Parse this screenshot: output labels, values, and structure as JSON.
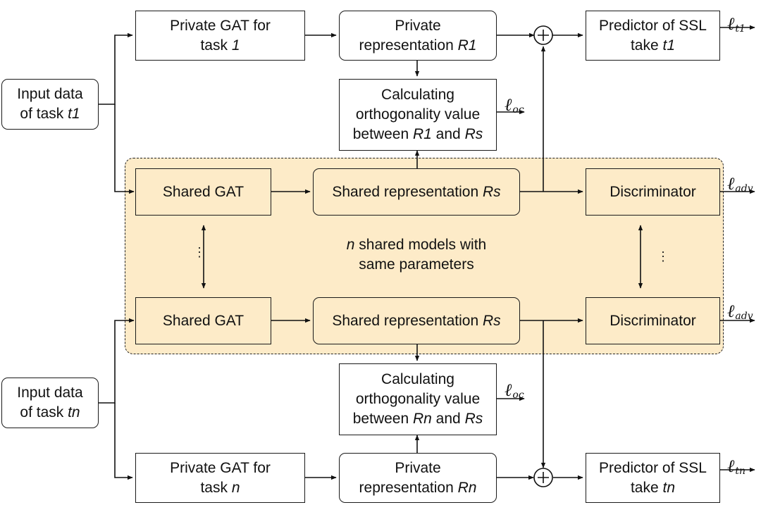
{
  "inputs": {
    "task_t1": {
      "line1": "Input data",
      "line2_prefix": "of task ",
      "line2_var": "t1"
    },
    "task_tn": {
      "line1": "Input data",
      "line2_prefix": "of task ",
      "line2_var": "tn"
    }
  },
  "private_gat": {
    "top": {
      "line1": "Private GAT for",
      "line2_prefix": "task ",
      "line2_var": "1"
    },
    "bottom": {
      "line1": "Private GAT for",
      "line2_prefix": "task ",
      "line2_var": "n"
    }
  },
  "private_rep": {
    "top": {
      "line1": "Private",
      "line2_prefix": "representation ",
      "line2_var": "R1"
    },
    "bottom": {
      "line1": "Private",
      "line2_prefix": "representation ",
      "line2_var": "Rn"
    }
  },
  "orthogonality": {
    "top": {
      "line1": "Calculating",
      "line2": "orthogonality value",
      "line3_prefix": "between ",
      "line3_var1": "R1",
      "line3_mid": " and ",
      "line3_var2": "Rs"
    },
    "bottom": {
      "line1": "Calculating",
      "line2": "orthogonality value",
      "line3_prefix": "between ",
      "line3_var1": "Rn",
      "line3_mid": " and ",
      "line3_var2": "Rs"
    }
  },
  "predictor": {
    "top": {
      "line1": "Predictor of SSL",
      "line2_prefix": "take ",
      "line2_var": "t1"
    },
    "bottom": {
      "line1": "Predictor of SSL",
      "line2_prefix": "take ",
      "line2_var": "tn"
    }
  },
  "shared": {
    "gat_label": "Shared GAT",
    "rep_prefix": "Shared representation ",
    "rep_var": "Rs",
    "discriminator_label": "Discriminator",
    "note_var": "n",
    "note_line1": " shared models with",
    "note_line2": "same parameters"
  },
  "losses": {
    "symbol": "ℓ",
    "t1": "t1",
    "oc": "oc",
    "adv": "adv",
    "tn": "tn"
  },
  "ellipsis": "⋮",
  "colors": {
    "shared_fill": "#fdebc8",
    "stroke": "#1a1a1a",
    "background": "#ffffff"
  }
}
